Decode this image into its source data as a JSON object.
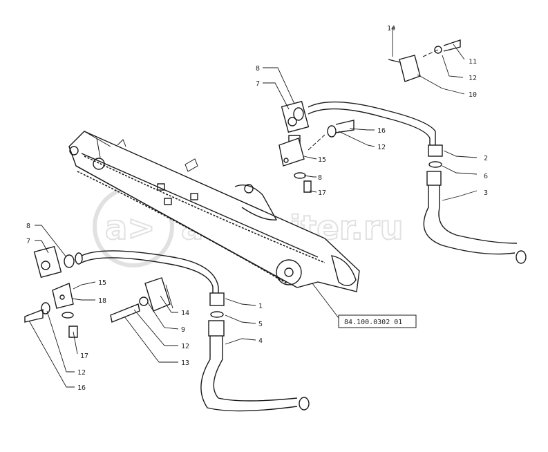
{
  "watermark": {
    "brand_text": "autopiter.ru",
    "logo_glyph": "a>"
  },
  "reference_box": "84.100.0302 01",
  "part_labels": {
    "l1": "1",
    "l2": "2",
    "l3": "3",
    "l4": "4",
    "l5": "5",
    "l6": "6",
    "l7a": "7",
    "l7b": "7",
    "l8a": "8",
    "l8b": "8",
    "l8c": "8",
    "l9": "9",
    "l10": "10",
    "l11": "11",
    "l12a": "12",
    "l12b": "12",
    "l12c": "12",
    "l12d": "12",
    "l13": "13",
    "l14a": "14",
    "l14b": "14",
    "l15a": "15",
    "l15b": "15",
    "l16a": "16",
    "l16b": "16",
    "l17a": "17",
    "l17b": "17",
    "l18": "18"
  }
}
